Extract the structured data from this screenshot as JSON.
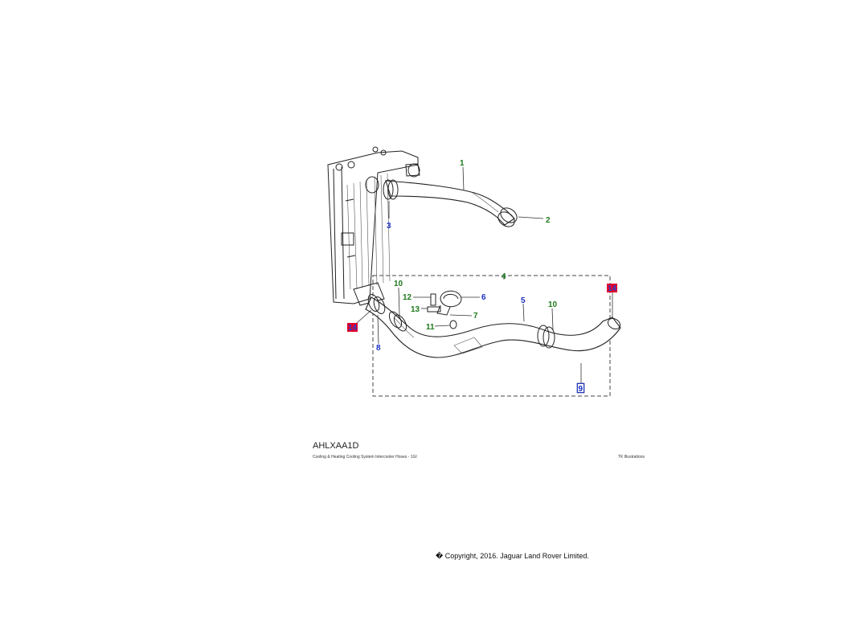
{
  "illustration": {
    "code": "AHLXAA1D",
    "caption": "Cooling & Heating Cooling System Intercooler Hoses - 1GI",
    "source": "TK Illustrations"
  },
  "callouts": {
    "c1": "1",
    "c2": "2",
    "c3": "3",
    "c4": "4",
    "c5": "5",
    "c6": "6",
    "c7": "7",
    "c8": "8",
    "c9": "9",
    "c10a": "10",
    "c10b": "10",
    "c11": "11",
    "c12": "12",
    "c13": "13",
    "c14a": "14",
    "c14b": "14"
  },
  "colors": {
    "green_callout": "#1c7a1c",
    "blue_callout": "#1a2fc4",
    "red_badge": "#e0002a",
    "blue_badge": "#2a3fd0"
  },
  "footer": {
    "copyright": "� Copyright, 2016. Jaguar Land Rover Limited."
  }
}
